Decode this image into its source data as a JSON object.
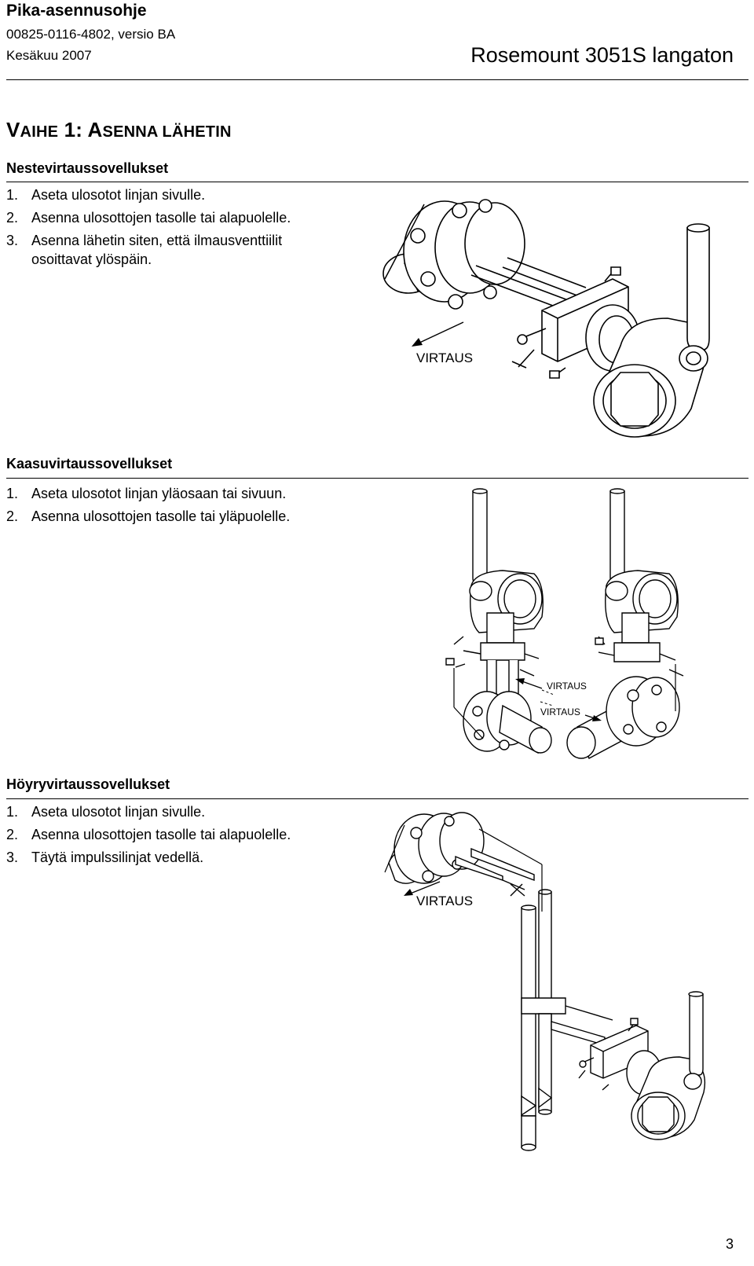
{
  "header": {
    "title": "Pika-asennusohje",
    "doc_number": "00825-0116-4802, versio BA",
    "date": "Kesäkuu 2007",
    "product": "Rosemount 3051S langaton"
  },
  "step": {
    "prefix_cap": "V",
    "prefix_small": "AIHE",
    "number": " 1: ",
    "title_cap": "A",
    "title_small": "SENNA LÄHETIN"
  },
  "liquid": {
    "heading": "Nestevirtaussovellukset",
    "items": [
      {
        "num": "1.",
        "text": "Aseta ulosotot linjan sivulle."
      },
      {
        "num": "2.",
        "text": "Asenna ulosottojen tasolle tai alapuolelle."
      },
      {
        "num": "3.",
        "text": "Asenna lähetin siten, että ilmausventtiilit",
        "cont": "osoittavat ylöspäin."
      }
    ],
    "flow_label": "VIRTAUS"
  },
  "gas": {
    "heading": "Kaasuvirtaussovellukset",
    "items": [
      {
        "num": "1.",
        "text": "Aseta ulosotot linjan yläosaan tai sivuun."
      },
      {
        "num": "2.",
        "text": "Asenna ulosottojen tasolle tai yläpuolelle."
      }
    ],
    "flow_label_1": "VIRTAUS",
    "flow_label_2": "VIRTAUS"
  },
  "steam": {
    "heading": "Höyryvirtaussovellukset",
    "items": [
      {
        "num": "1.",
        "text": "Aseta ulosotot linjan sivulle."
      },
      {
        "num": "2.",
        "text": "Asenna ulosottojen tasolle tai alapuolelle."
      },
      {
        "num": "3.",
        "text": "Täytä impulssilinjat vedellä."
      }
    ],
    "flow_label": "VIRTAUS"
  },
  "page_number": "3"
}
